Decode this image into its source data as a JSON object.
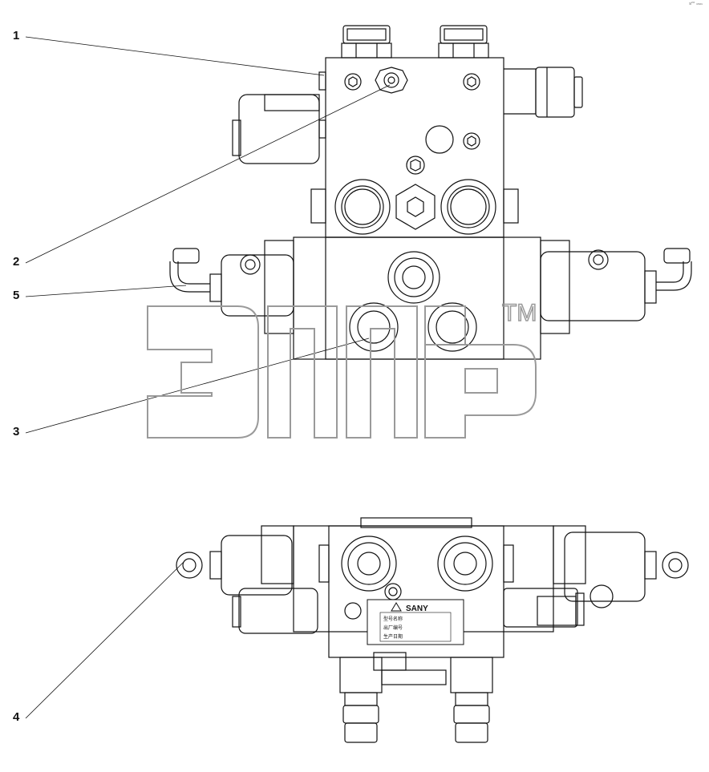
{
  "callouts": [
    {
      "id": "c1",
      "label": "1"
    },
    {
      "id": "c2",
      "label": "2"
    },
    {
      "id": "c5",
      "label": "5"
    },
    {
      "id": "c3",
      "label": "3"
    },
    {
      "id": "c4",
      "label": "4"
    }
  ],
  "watermark": {
    "tm": "TM"
  },
  "nameplate": {
    "brand": "SANY",
    "row1": "型号名称",
    "row2": "出厂编号",
    "row3": "生产日期"
  },
  "corner_note": "s²° ₁₅₀₁",
  "colors": {
    "line": "#111111",
    "watermark": "#9a9a9a"
  }
}
